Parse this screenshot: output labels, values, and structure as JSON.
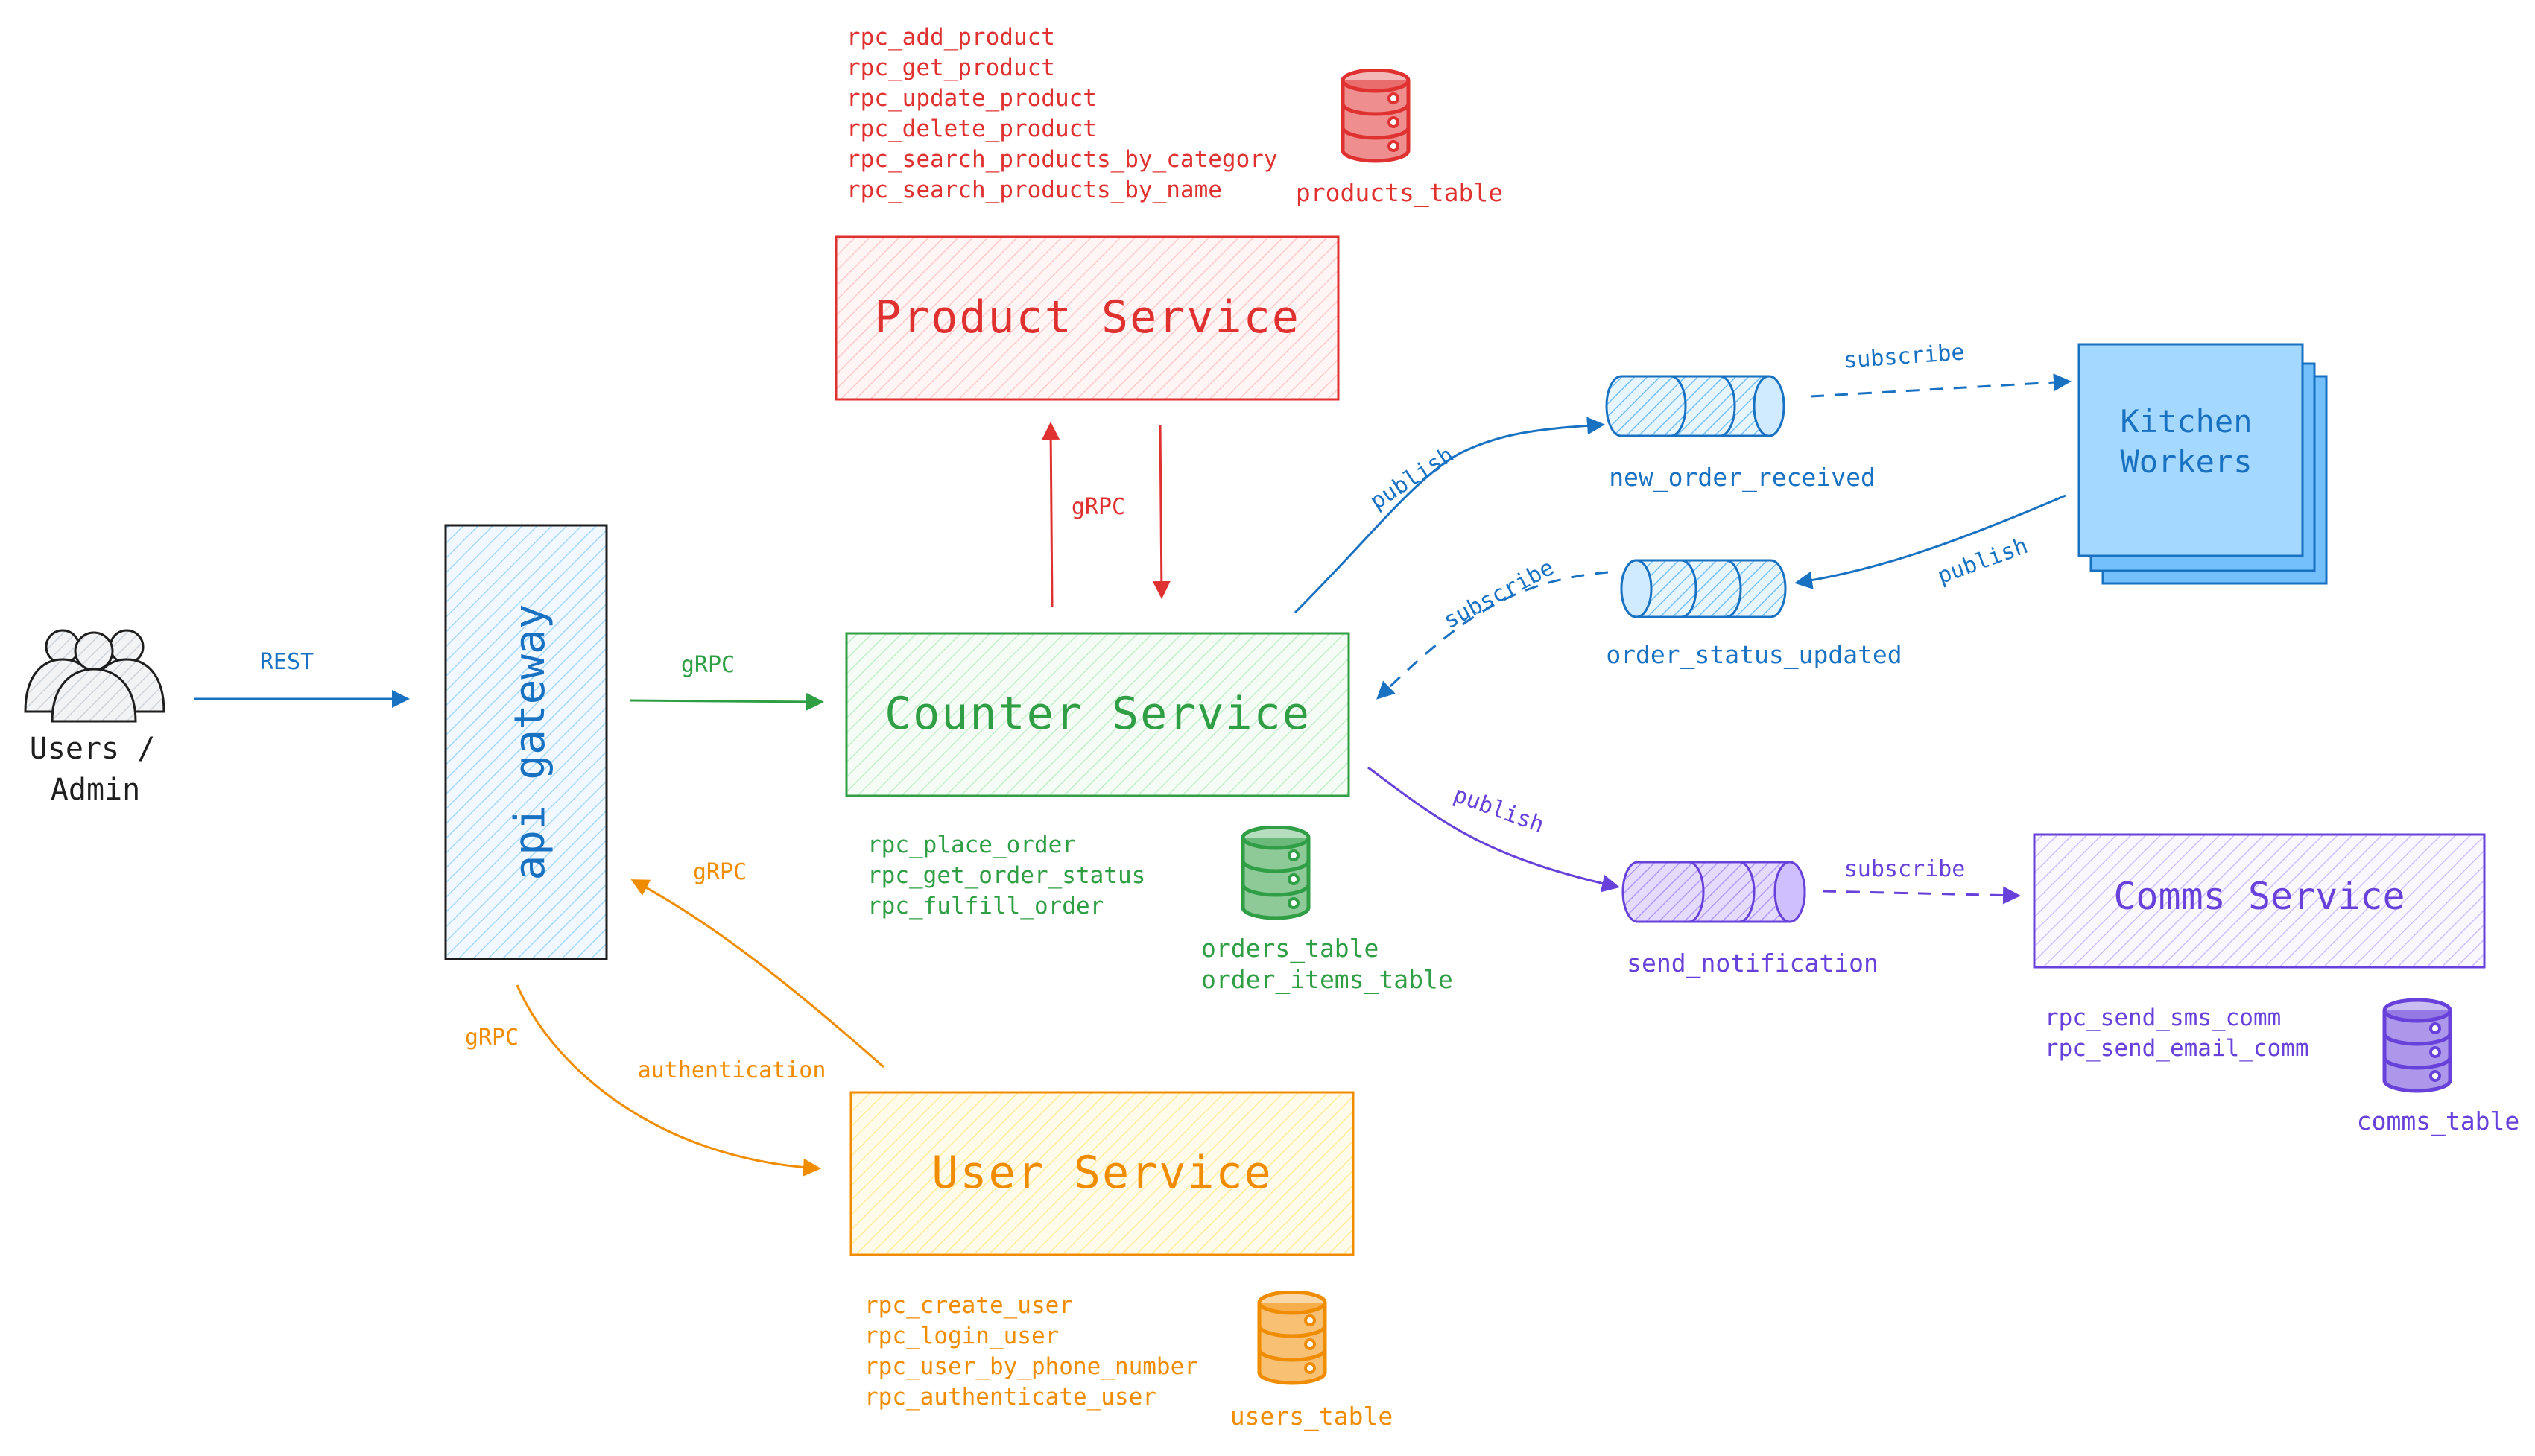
{
  "colors": {
    "red": "#e03131",
    "green": "#2f9e44",
    "blue": "#1971c2",
    "orange": "#f08c00",
    "purple": "#6741d9",
    "dark": "#1e1e1e"
  },
  "users": {
    "label_line1": "Users /",
    "label_line2": "Admin",
    "icon": "users-group-icon"
  },
  "gateway": {
    "label": "api gateway"
  },
  "product_service": {
    "title": "Product Service",
    "rpcs": [
      "rpc_add_product",
      "rpc_get_product",
      "rpc_update_product",
      "rpc_delete_product",
      "rpc_search_products_by_category",
      "rpc_search_products_by_name"
    ],
    "tables": [
      "products_table"
    ]
  },
  "counter_service": {
    "title": "Counter Service",
    "rpcs": [
      "rpc_place_order",
      "rpc_get_order_status",
      "rpc_fulfill_order"
    ],
    "tables": [
      "orders_table",
      "order_items_table"
    ]
  },
  "user_service": {
    "title": "User Service",
    "rpcs": [
      "rpc_create_user",
      "rpc_login_user",
      "rpc_user_by_phone_number",
      "rpc_authenticate_user"
    ],
    "tables": [
      "users_table"
    ]
  },
  "kitchen_workers": {
    "line1": "Kitchen",
    "line2": "Workers"
  },
  "comms_service": {
    "title": "Comms Service",
    "rpcs": [
      "rpc_send_sms_comm",
      "rpc_send_email_comm"
    ],
    "tables": [
      "comms_table"
    ]
  },
  "queues": {
    "new_order": "new_order_received",
    "order_status": "order_status_updated",
    "notification": "send_notification"
  },
  "edges": {
    "rest": "REST",
    "grpc_gateway_counter": "gRPC",
    "grpc_counter_product": "gRPC",
    "grpc_user_gateway": "gRPC",
    "grpc_gateway_user": "gRPC",
    "authentication": "authentication",
    "publish_new_order": "publish",
    "subscribe_kitchen": "subscribe",
    "publish_kitchen": "publish",
    "subscribe_counter": "subscribe",
    "publish_notification": "publish",
    "subscribe_comms": "subscribe"
  }
}
